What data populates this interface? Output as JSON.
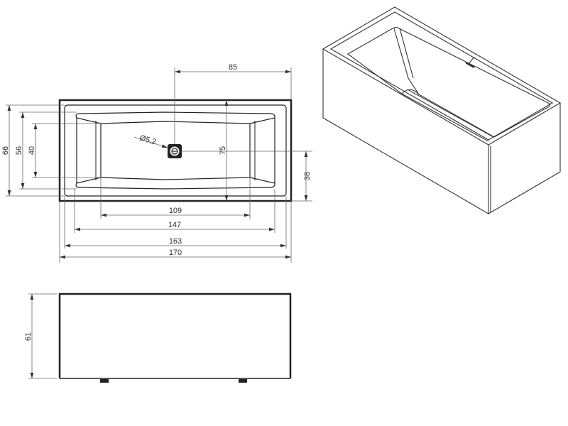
{
  "drawing": {
    "type": "bathtub technical drawing",
    "units": "cm",
    "colors": {
      "outline": "#222222",
      "dimension": "#555555",
      "background": "#ffffff"
    }
  },
  "top_view": {
    "dims": {
      "overall_length": "170",
      "inner_rim_length": "163",
      "basin_top_length": "147",
      "basin_bottom_length": "109",
      "drain_to_end": "85",
      "overall_width": "75",
      "width_outer_left": "66",
      "width_inner_left": "56",
      "basin_bottom_width": "40",
      "drain_to_edge": "38",
      "drain_diameter": "Ø5,2"
    }
  },
  "side_view": {
    "dims": {
      "height": "61"
    }
  },
  "iso_view": {
    "label": ""
  }
}
